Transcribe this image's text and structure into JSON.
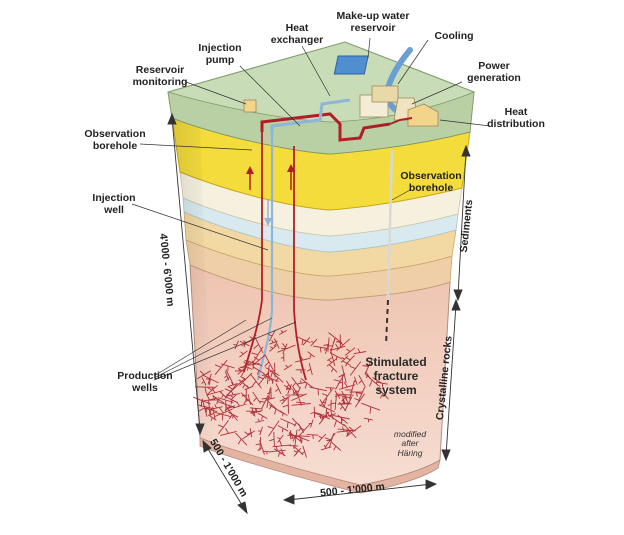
{
  "labels": {
    "heat_exchanger": "Heat\nexchanger",
    "makeup_water": "Make-up water\nreservoir",
    "cooling": "Cooling",
    "injection_pump": "Injection\npump",
    "power_generation": "Power\ngeneration",
    "reservoir_monitoring": "Reservoir\nmonitoring",
    "heat_distribution": "Heat\ndistribution",
    "observation_borehole_left": "Observation\nborehole",
    "observation_borehole_right": "Observation\nborehole",
    "injection_well": "Injection\nwell",
    "production_wells": "Production\nwells",
    "stimulated_fracture": "Stimulated\nfracture\nsystem",
    "modified_after": "modified\nafter\nHäring"
  },
  "dimensions": {
    "depth": "4'000 - 6'000 m",
    "width_left": "500 - 1'000 m",
    "width_bottom": "500 - 1'000 m",
    "sediments": "Sediments",
    "crystalline": "Crystalline rocks"
  },
  "colors": {
    "surface": "#c9dcb8",
    "yellow_layer": "#f4dc3c",
    "light_layer": "#f6f1df",
    "blue_layer": "#d8eaf0",
    "sand_layer": "#f2d9a3",
    "crystalline": "#f0c6b4",
    "pipe_hot": "#b01e28",
    "pipe_cold": "#8fb6d8",
    "fracture": "#b0303a"
  }
}
